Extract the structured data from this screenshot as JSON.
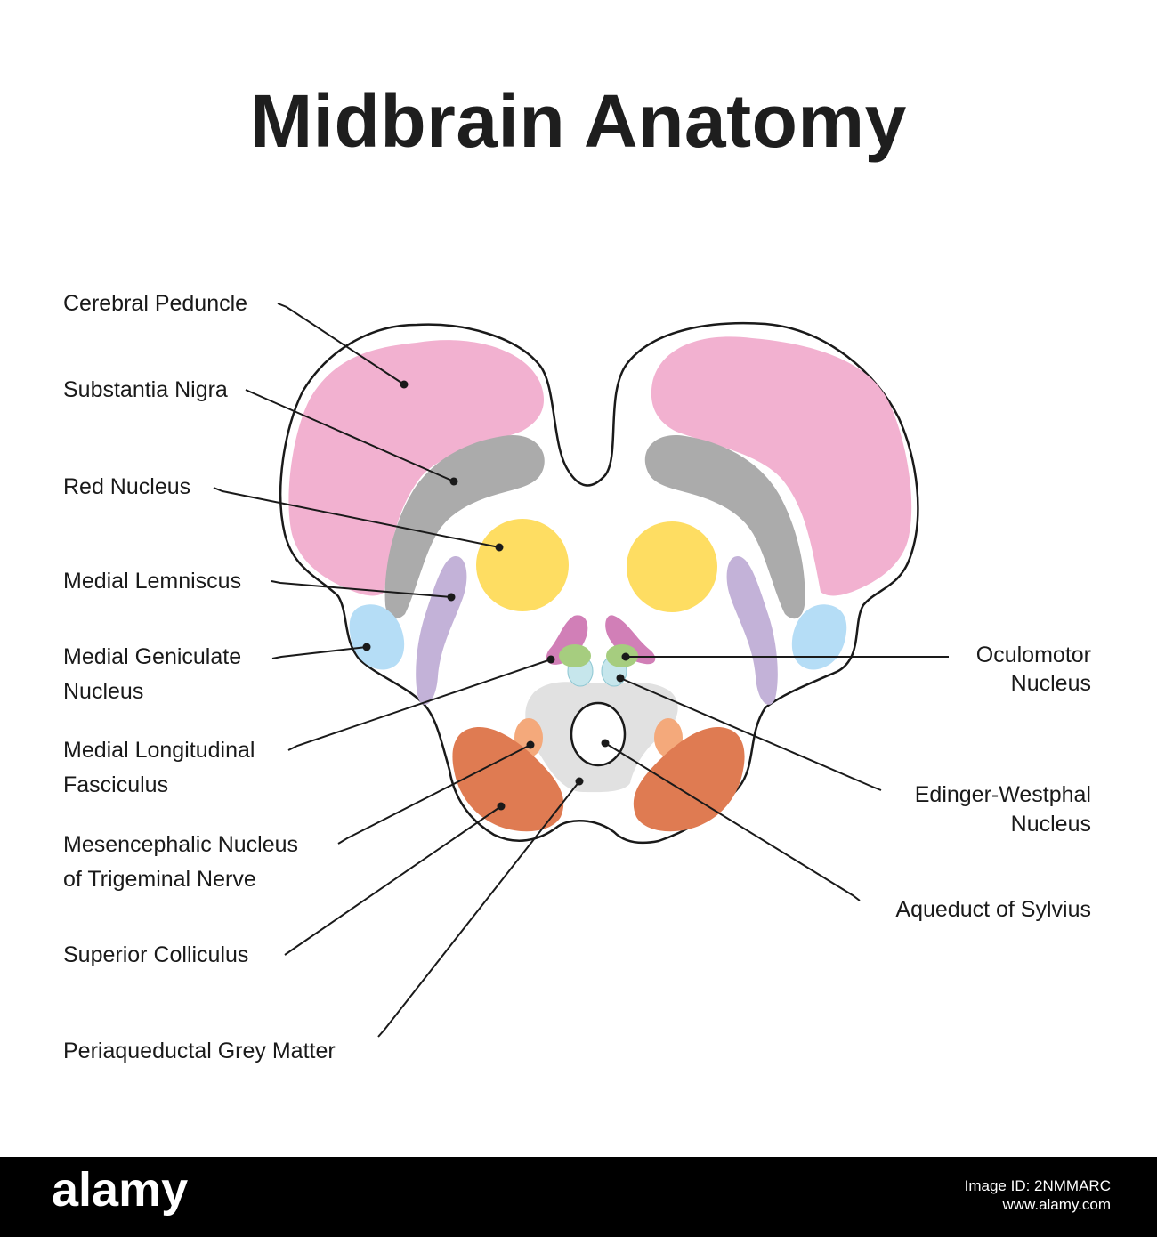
{
  "title": "Midbrain Anatomy",
  "labels": {
    "cerebral_peduncle": "Cerebral Peduncle",
    "substantia_nigra": "Substantia Nigra",
    "red_nucleus": "Red Nucleus",
    "medial_lemniscus": "Medial Lemniscus",
    "medial_geniculate_1": "Medial Geniculate",
    "medial_geniculate_2": "Nucleus",
    "mlf_1": "Medial Longitudinal",
    "mlf_2": "Fasciculus",
    "mesencephalic_1": "Mesencephalic Nucleus",
    "mesencephalic_2": "of Trigeminal Nerve",
    "superior_colliculus": "Superior Colliculus",
    "periaqueductal": "Periaqueductal Grey Matter",
    "oculomotor_1": "Oculomotor",
    "oculomotor_2": "Nucleus",
    "edinger_1": "Edinger-Westphal",
    "edinger_2": "Nucleus",
    "aqueduct": "Aqueduct of Sylvius"
  },
  "colors": {
    "cerebral_peduncle": "#f2b1d0",
    "substantia_nigra": "#ababab",
    "red_nucleus": "#fedd62",
    "medial_lemniscus": "#c3b2d8",
    "medial_geniculate": "#b5ddf6",
    "oculomotor": "#a6cd7f",
    "mlf": "#d17fb7",
    "edinger_westphal": "#c6e6ec",
    "periaqueductal": "#e1e1e1",
    "superior_colliculus": "#df7b52",
    "mesencephalic": "#f4a97b",
    "outline": "#1a1a1a"
  },
  "footer": {
    "logo": "alamy",
    "image_id_label": "Image ID: 2NMMARC",
    "site": "www.alamy.com"
  }
}
